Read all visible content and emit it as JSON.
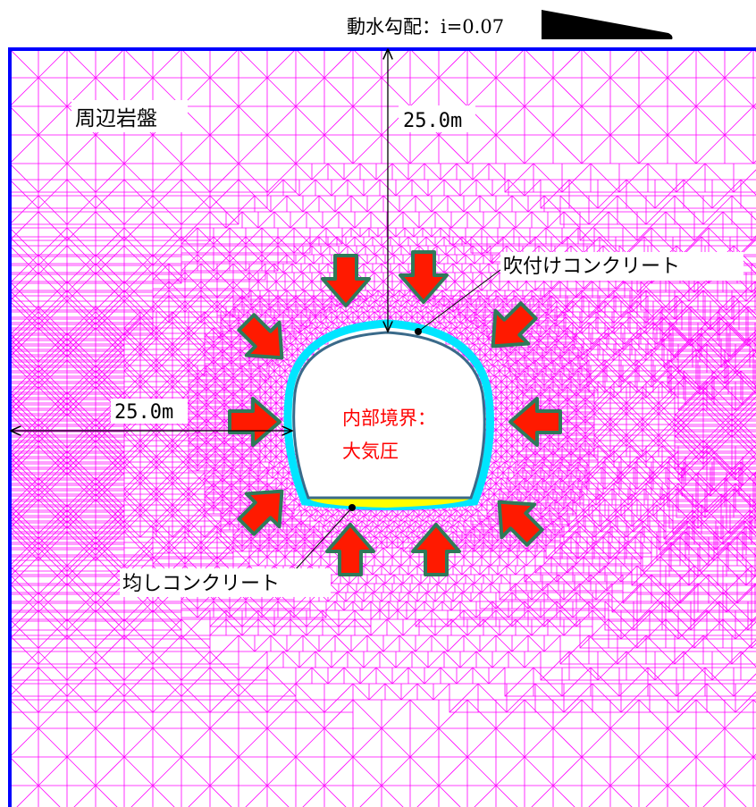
{
  "header": {
    "gradient_label": "動水勾配：i=0.07"
  },
  "labels": {
    "surrounding_rock": "周辺岩盤",
    "depth_dimension": "25.0m",
    "width_dimension": "25.0m",
    "shotcrete": "吹付けコンクリート",
    "leveling_concrete": "均しコンクリート",
    "inner_boundary_line1": "内部境界：",
    "inner_boundary_line2": "大気圧"
  },
  "colors": {
    "mesh": "#ff00ff",
    "model_border": "#0000ff",
    "shotcrete_layer": "#00e5ff",
    "lining_outline": "#3a6a8a",
    "leveling_layer": "#ffff00",
    "arrow_fill": "#ff1a00",
    "arrow_outline": "#2f7a5a",
    "inner_text": "#ff0000"
  },
  "icons": {
    "load_arrow": "pressure-arrow-icon",
    "gradient_wedge": "wedge-triangle-icon"
  }
}
